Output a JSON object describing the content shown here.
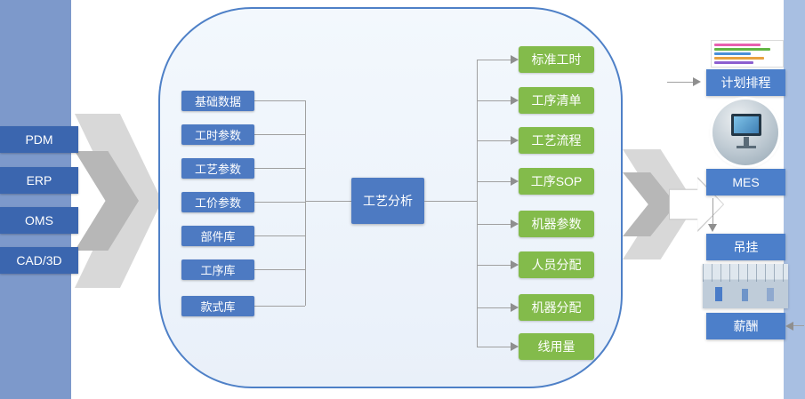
{
  "diagram": {
    "sources": [
      "PDM",
      "ERP",
      "OMS",
      "CAD/3D"
    ],
    "inputs": [
      "基础数据",
      "工时参数",
      "工艺参数",
      "工价参数",
      "部件库",
      "工序库",
      "款式库"
    ],
    "center": "工艺分析",
    "outputs": [
      "标准工时",
      "工序清单",
      "工艺流程",
      "工序SOP",
      "机器参数",
      "人员分配",
      "机器分配",
      "线用量"
    ],
    "targets": [
      "计划排程",
      "MES",
      "吊挂",
      "薪酬"
    ]
  },
  "colors": {
    "left_bar": "#7d99cb",
    "right_bar": "#a8bfe2",
    "source_box": "#3b66af",
    "input_box": "#4d7ac2",
    "center_box": "#4d7ac2",
    "output_box": "#83bb4b",
    "target_box": "#4c7fca",
    "panel_border": "#4e80c7",
    "connector": "#a0a0a0"
  }
}
